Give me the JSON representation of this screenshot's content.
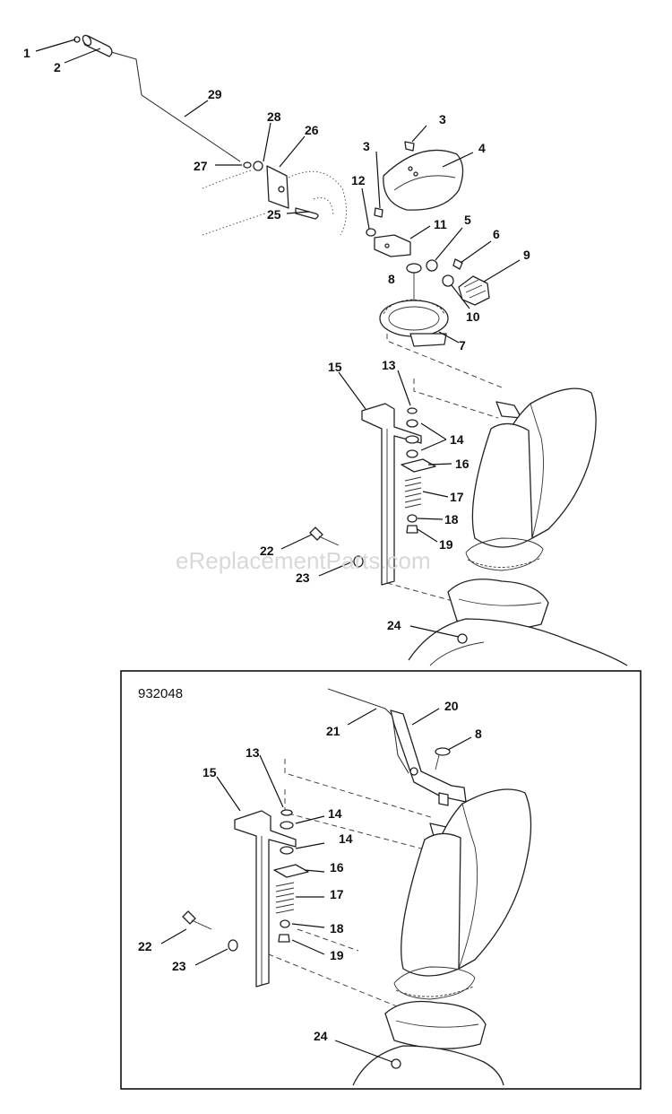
{
  "watermark": "eReplacementParts.com",
  "inset": {
    "diagram_id": "932048"
  },
  "upper_labels": {
    "p1": "1",
    "p2": "2",
    "p29": "29",
    "p28": "28",
    "p26": "26",
    "p27": "27",
    "p25": "25",
    "p3a": "3",
    "p3b": "3",
    "p4": "4",
    "p12": "12",
    "p11": "11",
    "p5": "5",
    "p6": "6",
    "p9": "9",
    "p8": "8",
    "p10": "10",
    "p7": "7",
    "p15": "15",
    "p13": "13",
    "p14": "14",
    "p16": "16",
    "p17": "17",
    "p18": "18",
    "p19": "19",
    "p22": "22",
    "p23": "23",
    "p24": "24"
  },
  "inset_labels": {
    "p20": "20",
    "p21": "21",
    "p8": "8",
    "p13": "13",
    "p15": "15",
    "p14a": "14",
    "p14b": "14",
    "p16": "16",
    "p17": "17",
    "p18": "18",
    "p22": "22",
    "p19": "19",
    "p23": "23",
    "p24": "24"
  }
}
